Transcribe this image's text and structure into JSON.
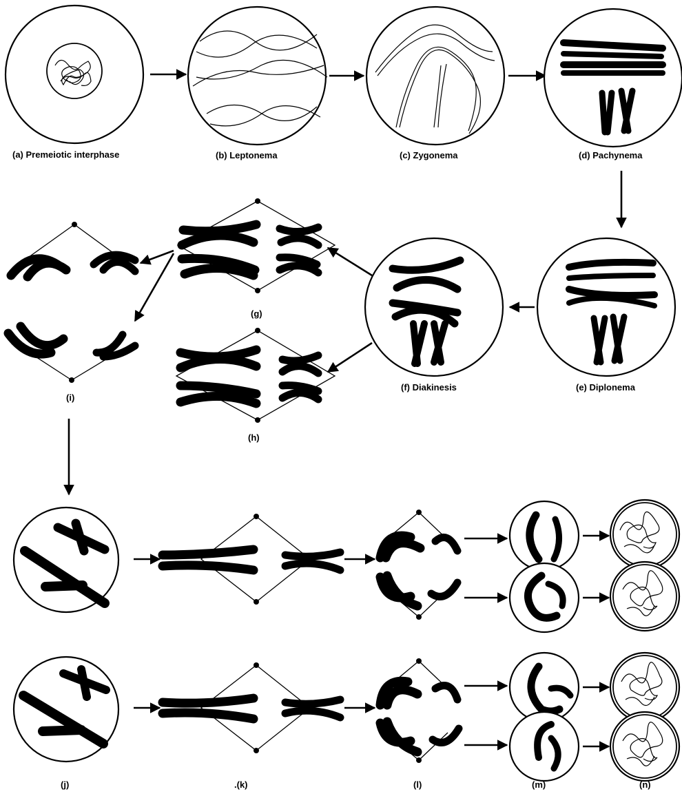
{
  "captions": {
    "a": "(a) Premeiotic interphase",
    "b": "(b) Leptonema",
    "c": "(c) Zygonema",
    "d": "(d) Pachynema",
    "e": "(e) Diplonema",
    "f": "(f) Diakinesis",
    "g": "(g)",
    "h": "(h)",
    "i": "(i)",
    "j": "(j)",
    "k": ".(k)",
    "l": "(l)",
    "m": "(m)",
    "n": "(n)"
  }
}
